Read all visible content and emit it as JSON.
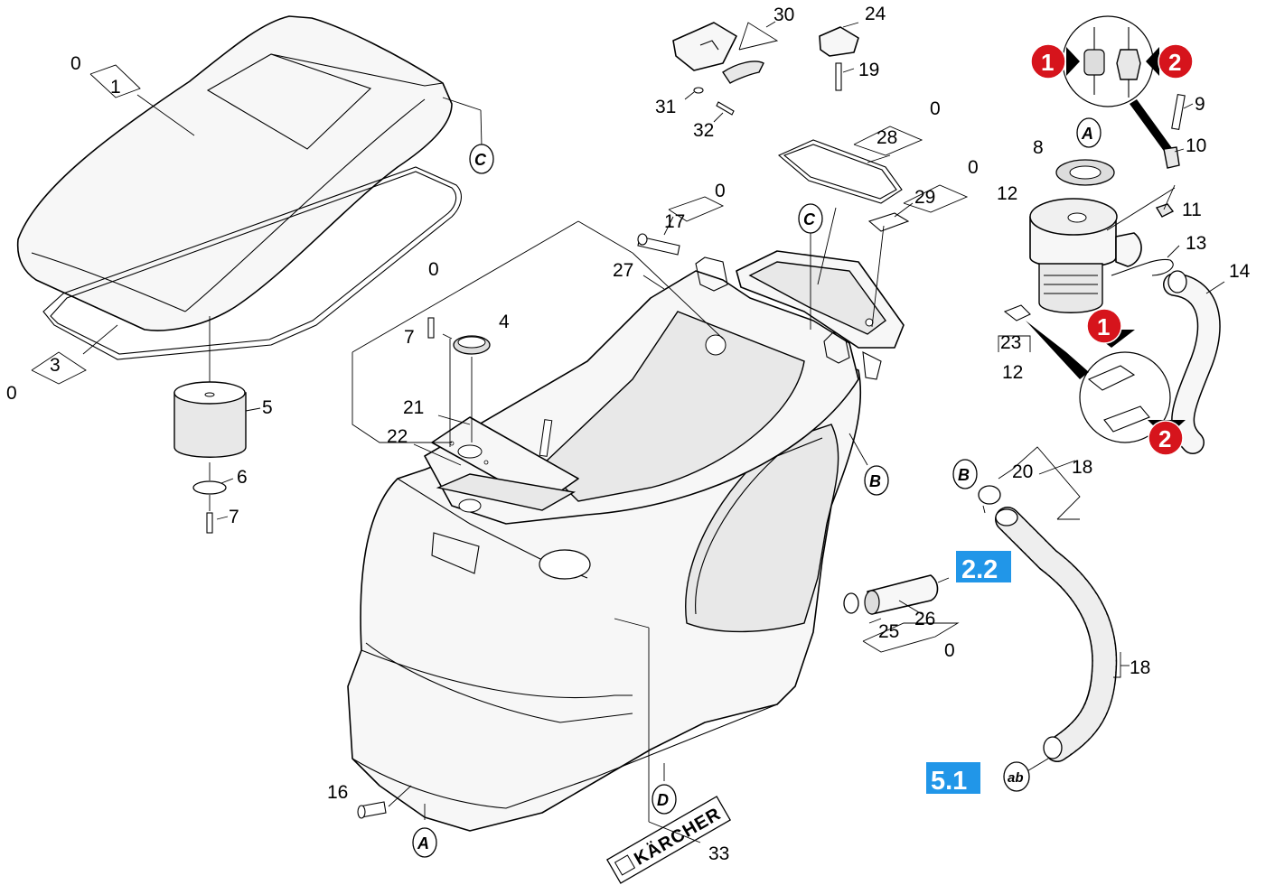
{
  "labels": [
    {
      "id": "p0a",
      "text": "0"
    },
    {
      "id": "p1",
      "text": "1"
    },
    {
      "id": "p3",
      "text": "3"
    },
    {
      "id": "p0b",
      "text": "0"
    },
    {
      "id": "p5",
      "text": "5"
    },
    {
      "id": "p6",
      "text": "6"
    },
    {
      "id": "p7a",
      "text": "7"
    },
    {
      "id": "p30",
      "text": "30"
    },
    {
      "id": "p24",
      "text": "24"
    },
    {
      "id": "p19",
      "text": "19"
    },
    {
      "id": "p31",
      "text": "31"
    },
    {
      "id": "p32",
      "text": "32"
    },
    {
      "id": "p0c",
      "text": "0"
    },
    {
      "id": "p28",
      "text": "28"
    },
    {
      "id": "p0d",
      "text": "0"
    },
    {
      "id": "p29",
      "text": "29"
    },
    {
      "id": "p0e",
      "text": "0"
    },
    {
      "id": "p17",
      "text": "17"
    },
    {
      "id": "p27",
      "text": "27"
    },
    {
      "id": "p0f",
      "text": "0"
    },
    {
      "id": "p7b",
      "text": "7"
    },
    {
      "id": "p4",
      "text": "4"
    },
    {
      "id": "p21",
      "text": "21"
    },
    {
      "id": "p22",
      "text": "22"
    },
    {
      "id": "p9",
      "text": "9"
    },
    {
      "id": "p10",
      "text": "10"
    },
    {
      "id": "p8",
      "text": "8"
    },
    {
      "id": "p12a",
      "text": "12"
    },
    {
      "id": "p11",
      "text": "11"
    },
    {
      "id": "p13",
      "text": "13"
    },
    {
      "id": "p14",
      "text": "14"
    },
    {
      "id": "p23",
      "text": "23"
    },
    {
      "id": "p12b",
      "text": "12"
    },
    {
      "id": "p20",
      "text": "20"
    },
    {
      "id": "p18a",
      "text": "18"
    },
    {
      "id": "p18b",
      "text": "18"
    },
    {
      "id": "p25",
      "text": "25"
    },
    {
      "id": "p26",
      "text": "26"
    },
    {
      "id": "p0g",
      "text": "0"
    },
    {
      "id": "p16",
      "text": "16"
    },
    {
      "id": "p33",
      "text": "33"
    }
  ],
  "bubbles": {
    "A1": "A",
    "A2": "A",
    "B1": "B",
    "B2": "B",
    "C1": "C",
    "C2": "C",
    "D": "D",
    "ab": "ab"
  },
  "refs": {
    "r22": "2.2",
    "r51": "5.1"
  },
  "markers": {
    "m1a": "1",
    "m2a": "2",
    "m1b": "1",
    "m2b": "2"
  },
  "brand": "KÄRCHER",
  "colors": {
    "ref_blue": "#2196e8",
    "marker_red": "#d6141c"
  }
}
